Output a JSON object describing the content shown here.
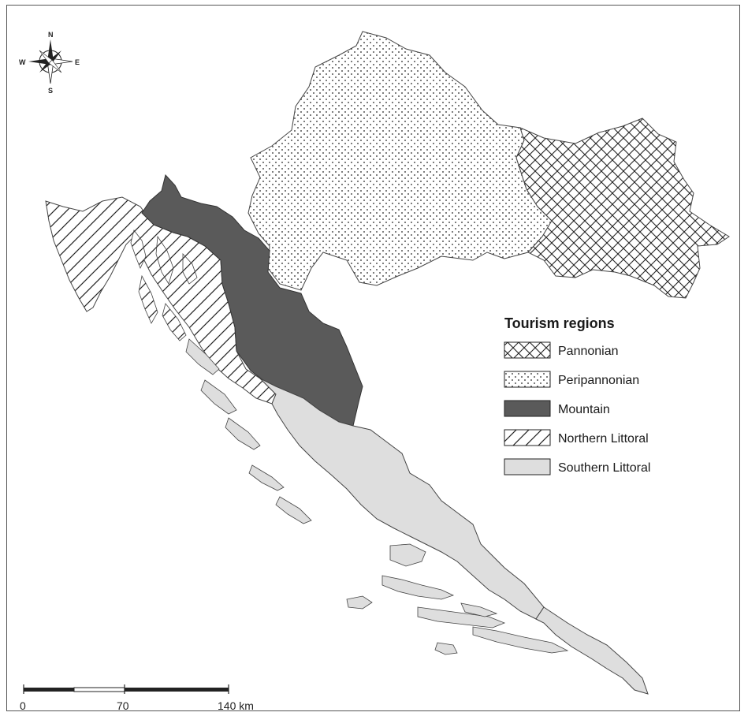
{
  "compass": {
    "north": "N",
    "south": "S",
    "east": "E",
    "west": "W"
  },
  "legend": {
    "title": "Tourism regions",
    "items": [
      {
        "label": "Pannonian",
        "pattern": "crosshatch"
      },
      {
        "label": "Peripannonian",
        "pattern": "dots"
      },
      {
        "label": "Mountain",
        "pattern": "solid",
        "color": "#5a5a5a"
      },
      {
        "label": "Northern Littoral",
        "pattern": "diagonal-lines"
      },
      {
        "label": "Southern Littoral",
        "pattern": "solid",
        "color": "#dedede"
      }
    ]
  },
  "scale_bar": {
    "labels": [
      "0",
      "70",
      "140 km"
    ]
  },
  "colors": {
    "mountain": "#5a5a5a",
    "southern_littoral": "#dedede",
    "outline": "#333333"
  }
}
